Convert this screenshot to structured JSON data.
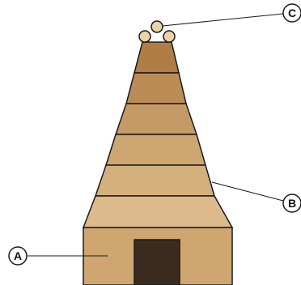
{
  "diagram": {
    "labels": {
      "a": "A",
      "b": "B",
      "c": "C"
    },
    "colors": {
      "stroke": "#1a1a1a",
      "tier_top": "#b07d45",
      "tier_2": "#bb8c56",
      "tier_3": "#c59a66",
      "tier_4": "#cda672",
      "tier_5": "#d5b07f",
      "tier_6": "#dcba8c",
      "base_wall": "#cfa570",
      "doorway": "#3b2b1f",
      "finial": "#e9d3a8"
    }
  }
}
